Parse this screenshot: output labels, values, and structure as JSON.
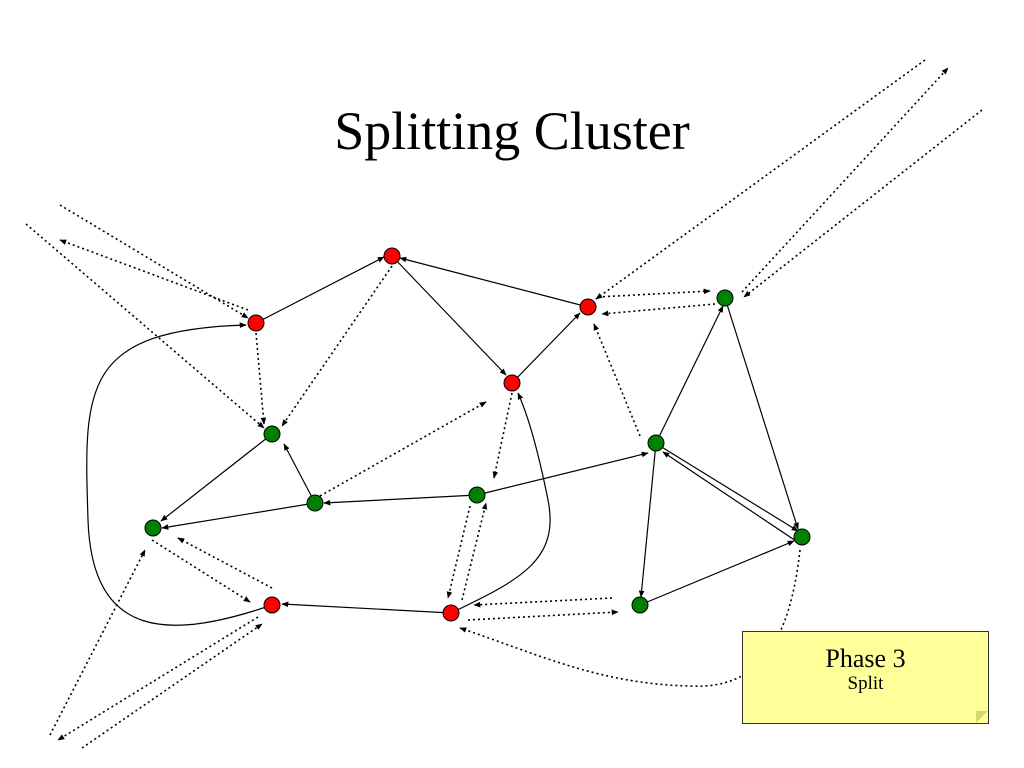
{
  "title": "Splitting Cluster",
  "note": {
    "title": "Phase 3",
    "subtitle": "Split"
  },
  "colors": {
    "red_node": "#ff0000",
    "green_node": "#008000",
    "edge": "#000000",
    "note_bg": "#ffff99"
  }
}
